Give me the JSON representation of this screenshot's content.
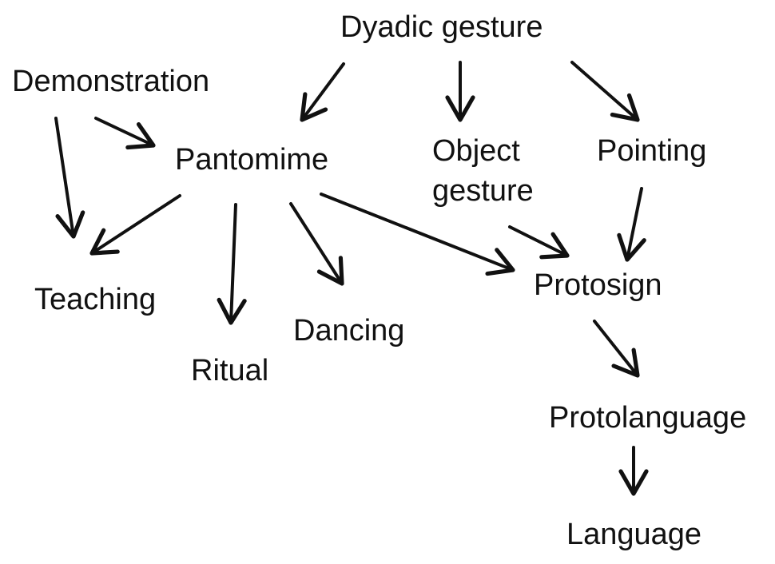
{
  "nodes": {
    "dyadic_gesture": "Dyadic gesture",
    "demonstration": "Demonstration",
    "pantomime": "Pantomime",
    "object_gesture_line1": "Object",
    "object_gesture_line2": "gesture",
    "pointing": "Pointing",
    "teaching": "Teaching",
    "ritual": "Ritual",
    "dancing": "Dancing",
    "protosign": "Protosign",
    "protolanguage": "Protolanguage",
    "language": "Language"
  },
  "edges": [
    {
      "from": "Dyadic gesture",
      "to": "Pantomime"
    },
    {
      "from": "Dyadic gesture",
      "to": "Object gesture"
    },
    {
      "from": "Dyadic gesture",
      "to": "Pointing"
    },
    {
      "from": "Demonstration",
      "to": "Pantomime"
    },
    {
      "from": "Demonstration",
      "to": "Teaching"
    },
    {
      "from": "Pantomime",
      "to": "Teaching"
    },
    {
      "from": "Pantomime",
      "to": "Ritual"
    },
    {
      "from": "Pantomime",
      "to": "Dancing"
    },
    {
      "from": "Pantomime",
      "to": "Protosign"
    },
    {
      "from": "Object gesture",
      "to": "Protosign"
    },
    {
      "from": "Pointing",
      "to": "Protosign"
    },
    {
      "from": "Protosign",
      "to": "Protolanguage"
    },
    {
      "from": "Protolanguage",
      "to": "Language"
    }
  ],
  "colors": {
    "ink": "#111111",
    "background": "#ffffff"
  }
}
